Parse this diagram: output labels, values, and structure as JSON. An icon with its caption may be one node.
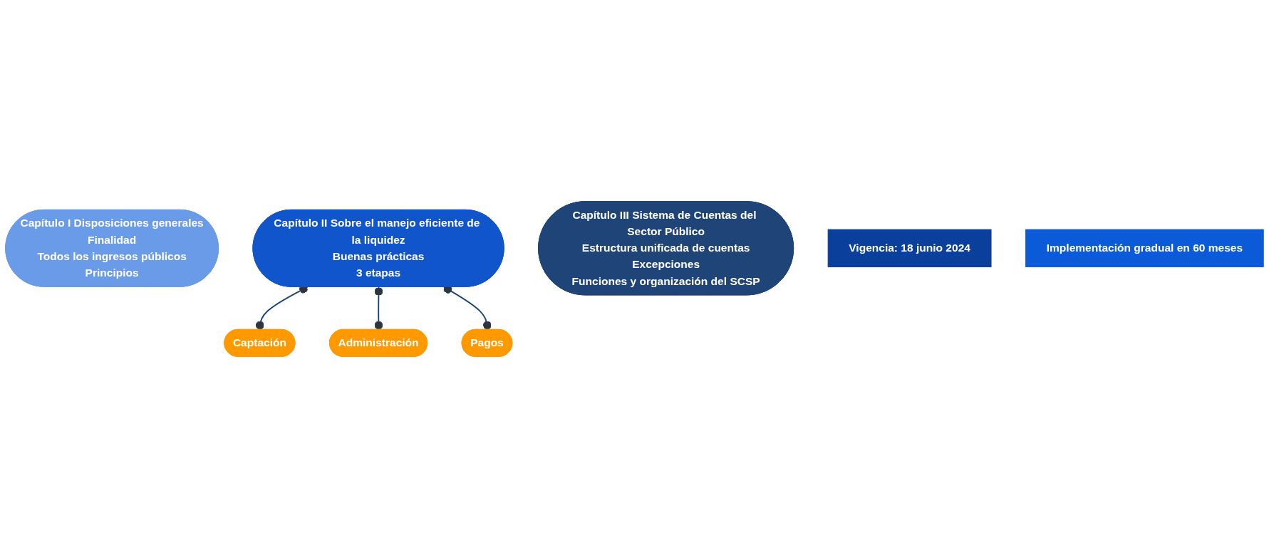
{
  "diagram": {
    "nodes": [
      {
        "text": [
          "Capítulo I Disposiciones generales",
          "Finalidad",
          "Todos los ingresos públicos",
          "Principios"
        ]
      },
      {
        "text": [
          "Capítulo II Sobre el manejo eficiente de la liquidez",
          "Buenas prácticas",
          "3 etapas"
        ]
      },
      {
        "text": [
          "Capítulo III Sistema de Cuentas del Sector Público",
          "Estructura unificada de cuentas",
          "Excepciones",
          "Funciones y organización del SCSP"
        ]
      },
      {
        "text": [
          "Captación"
        ]
      },
      {
        "text": [
          "Administración"
        ]
      },
      {
        "text": [
          "Pagos"
        ]
      },
      {
        "text": [
          "Vigencia: 18 junio 2024"
        ]
      },
      {
        "text": [
          "Implementación gradual en 60 meses"
        ]
      }
    ],
    "edges": [
      {
        "from": 1,
        "to": 3,
        "arrow": "other"
      },
      {
        "from": 1,
        "to": 4,
        "arrow": "other"
      },
      {
        "from": 1,
        "to": 5,
        "arrow": "other"
      }
    ]
  }
}
